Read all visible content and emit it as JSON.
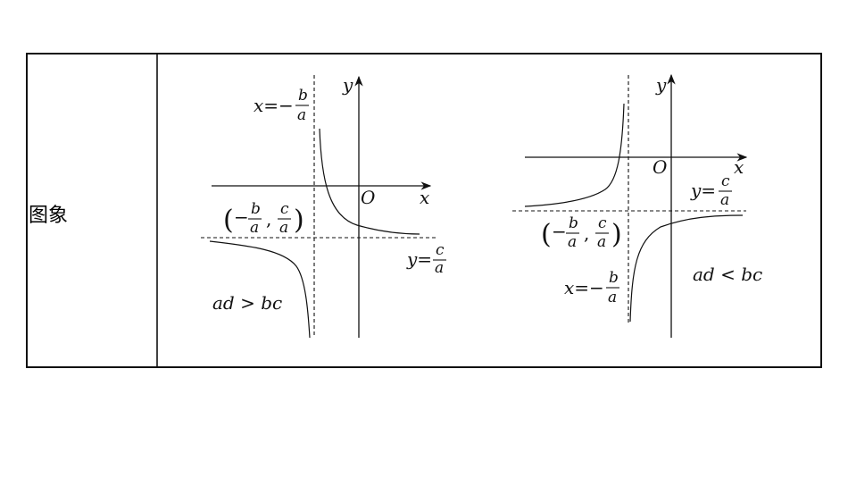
{
  "row_label": "图象",
  "graph_left": {
    "axis_x": "x",
    "axis_y": "y",
    "origin": "O",
    "vertical_asymptote": {
      "lhs": "x=−",
      "num": "b",
      "den": "a"
    },
    "horizontal_asymptote": {
      "lhs": "y=",
      "num": "c",
      "den": "a"
    },
    "center_point": {
      "minus": "−",
      "num1": "b",
      "den1": "a",
      "comma": ",",
      "num2": "c",
      "den2": "a"
    },
    "condition": "ad > bc"
  },
  "graph_right": {
    "axis_x": "x",
    "axis_y": "y",
    "origin": "O",
    "vertical_asymptote": {
      "lhs": "x=−",
      "num": "b",
      "den": "a"
    },
    "horizontal_asymptote": {
      "lhs": "y=",
      "num": "c",
      "den": "a"
    },
    "center_point": {
      "minus": "−",
      "num1": "b",
      "den1": "a",
      "comma": ",",
      "num2": "c",
      "den2": "a"
    },
    "condition": "ad < bc"
  }
}
